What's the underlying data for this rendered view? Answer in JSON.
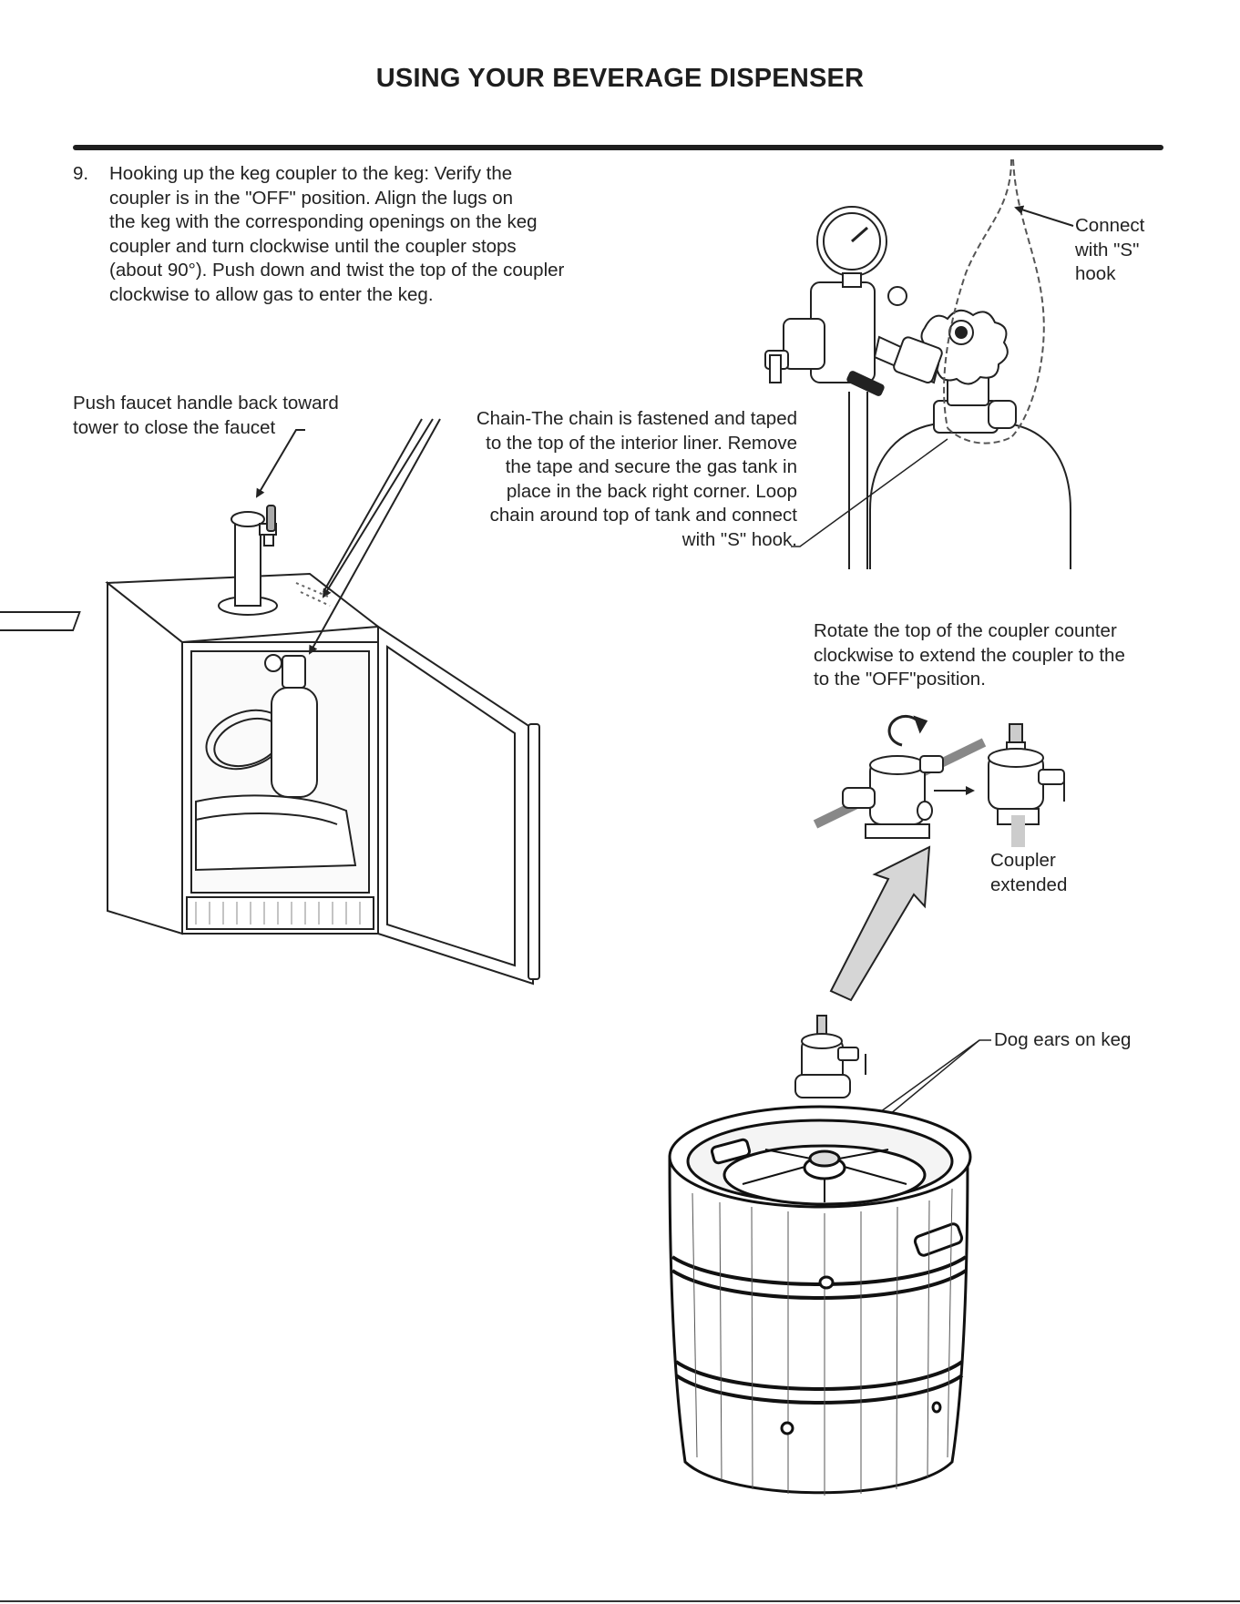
{
  "header": {
    "title": "USING YOUR BEVERAGE DISPENSER"
  },
  "step": {
    "number": "9.",
    "lines": [
      "Hooking up the keg coupler to the keg: Verify the",
      "coupler is in the \"OFF\" position. Align the lugs on",
      "the keg with the corresponding openings on the keg",
      "coupler and turn clockwise until the coupler stops",
      "(about 90°). Push down and twist the top of the coupler",
      "clockwise to allow gas to enter the keg."
    ]
  },
  "callouts": {
    "faucet": [
      "Push faucet handle back toward",
      "tower to close the faucet"
    ],
    "chain": [
      "Chain-The chain is fastened and taped",
      "to the top of the interior liner. Remove",
      "the tape and secure the gas tank in",
      "place in the back right corner. Loop",
      "chain around top of tank and connect",
      "with \"S\" hook."
    ],
    "connect": [
      "Connect",
      "with \"S\"",
      "hook"
    ],
    "rotate": [
      "Rotate the top of the coupler counter",
      "clockwise to extend the coupler to the",
      "to the \"OFF\"position."
    ],
    "coupler_extended": [
      "Coupler",
      "extended"
    ],
    "dog_ears": "Dog ears on keg"
  },
  "icons": [
    "gas-tank-regulator-icon",
    "beverage-dispenser-icon",
    "keg-coupler-icon",
    "keg-icon",
    "rotate-arrow-icon"
  ]
}
